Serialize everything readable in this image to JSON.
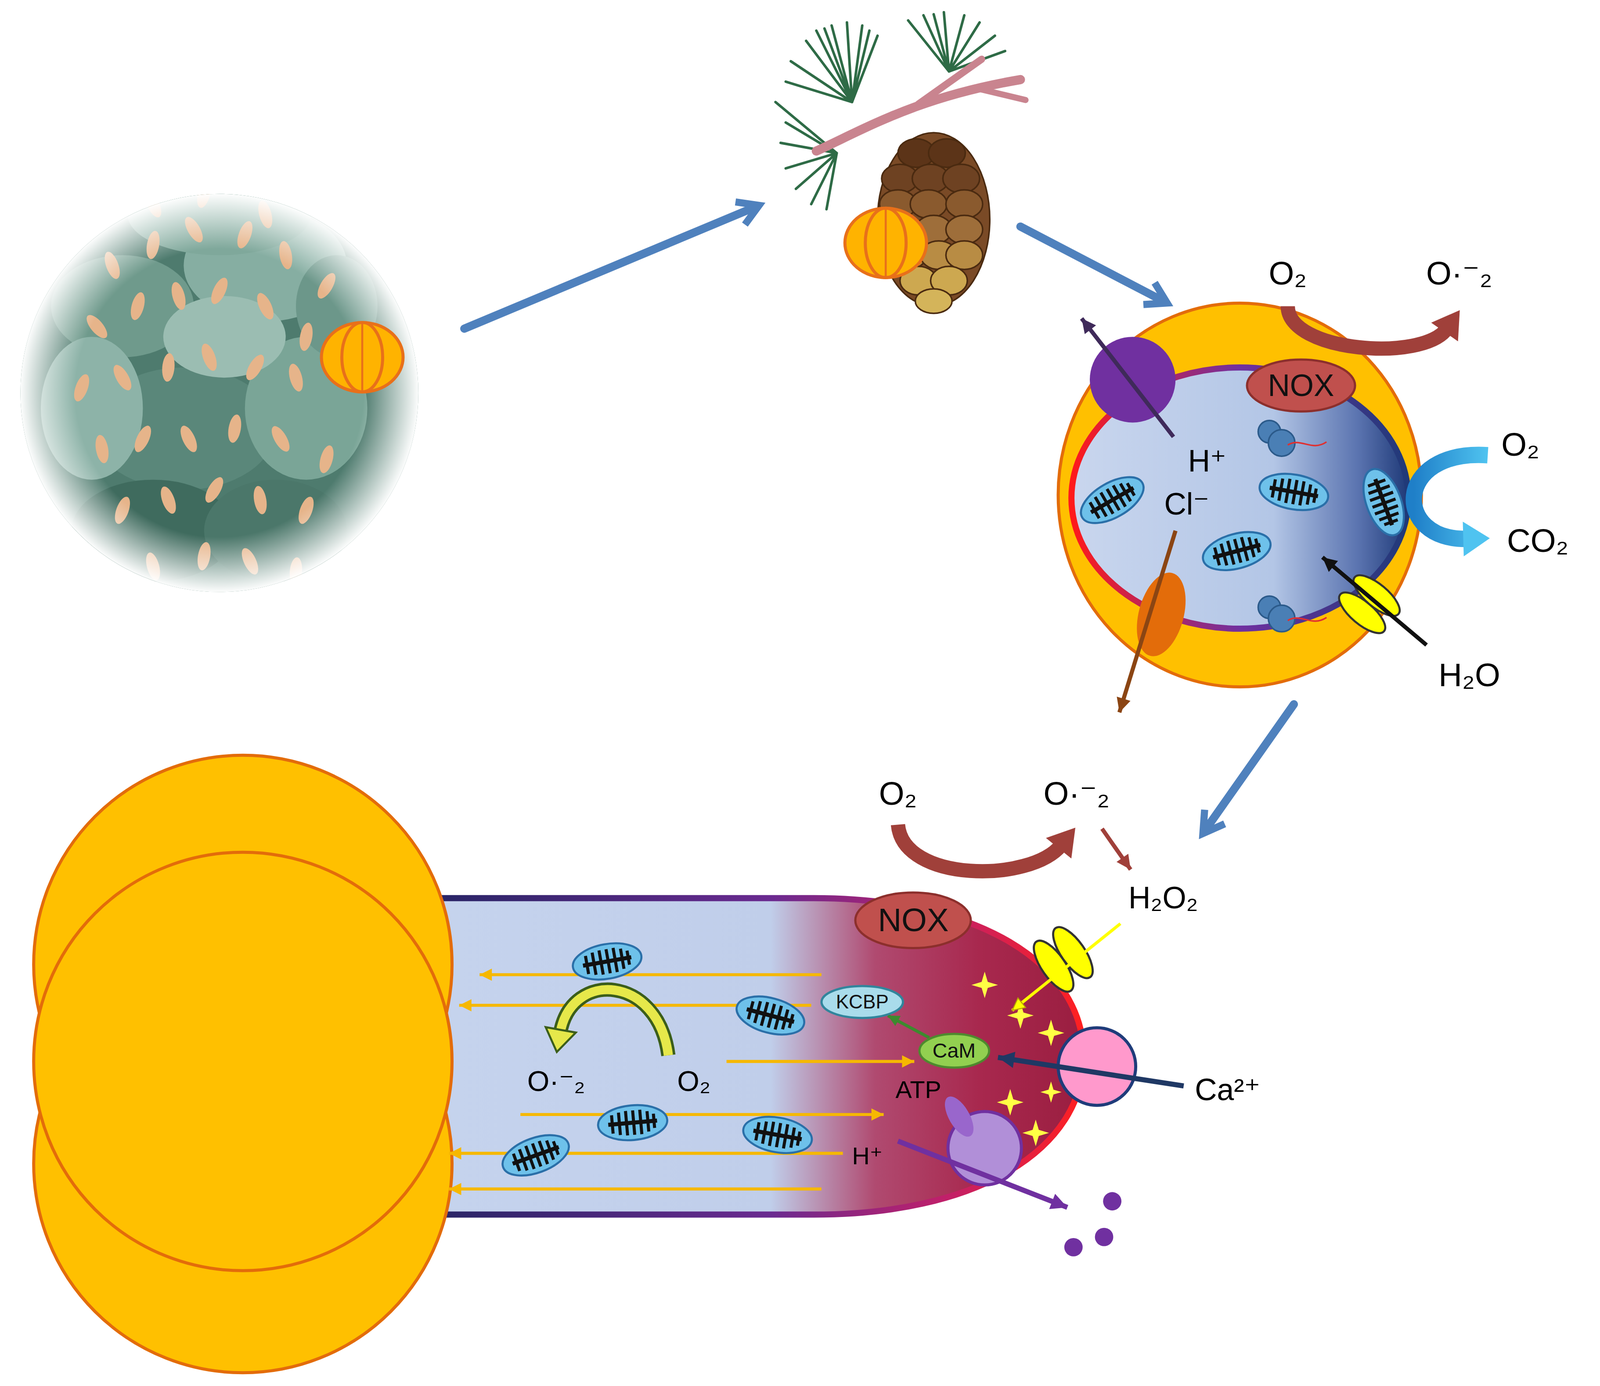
{
  "diagram": {
    "nodes": [
      {
        "text": [
          "NOX"
        ]
      },
      {
        "text": [
          "NOX"
        ]
      },
      {
        "text": [
          "KCBP"
        ]
      },
      {
        "text": [
          "CaM"
        ]
      }
    ],
    "edges": [
      {
        "from": 3,
        "to": 2,
        "arrow": "to"
      }
    ],
    "labels": [
      "O₂",
      "O·⁻₂",
      "O₂",
      "CO₂",
      "H⁺",
      "Cl⁻",
      "H₂O",
      "O₂",
      "O·⁻₂",
      "H₂O₂",
      "O·⁻₂",
      "O₂",
      "ATP",
      "Ca²⁺",
      "H⁺"
    ]
  }
}
